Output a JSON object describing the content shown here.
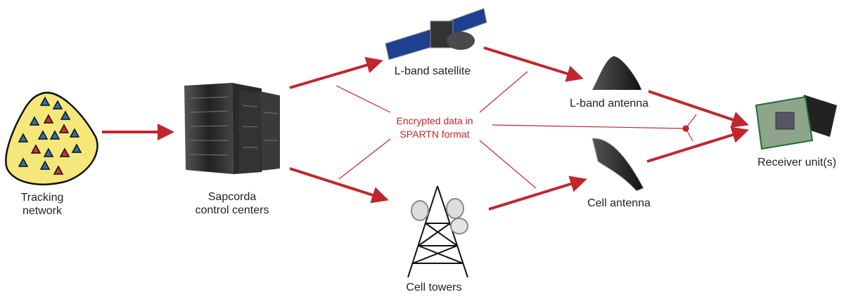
{
  "colors": {
    "arrow": "#c0272d",
    "blob": "#f5e77a",
    "node_blue": "#2c6fb3",
    "node_red": "#d0303a"
  },
  "nodes": {
    "tracking": {
      "line1": "Tracking",
      "line2": "network"
    },
    "control": {
      "line1": "Sapcorda",
      "line2": "control centers"
    },
    "satellite": {
      "label": "L-band satellite"
    },
    "towers": {
      "label": "Cell towers"
    },
    "lband_antenna": {
      "label": "L-band antenna"
    },
    "cell_antenna": {
      "label": "Cell antenna"
    },
    "receiver": {
      "label": "Receiver unit(s)"
    }
  },
  "annotation": {
    "line1": "Encrypted data in",
    "line2": "SPARTN format"
  }
}
